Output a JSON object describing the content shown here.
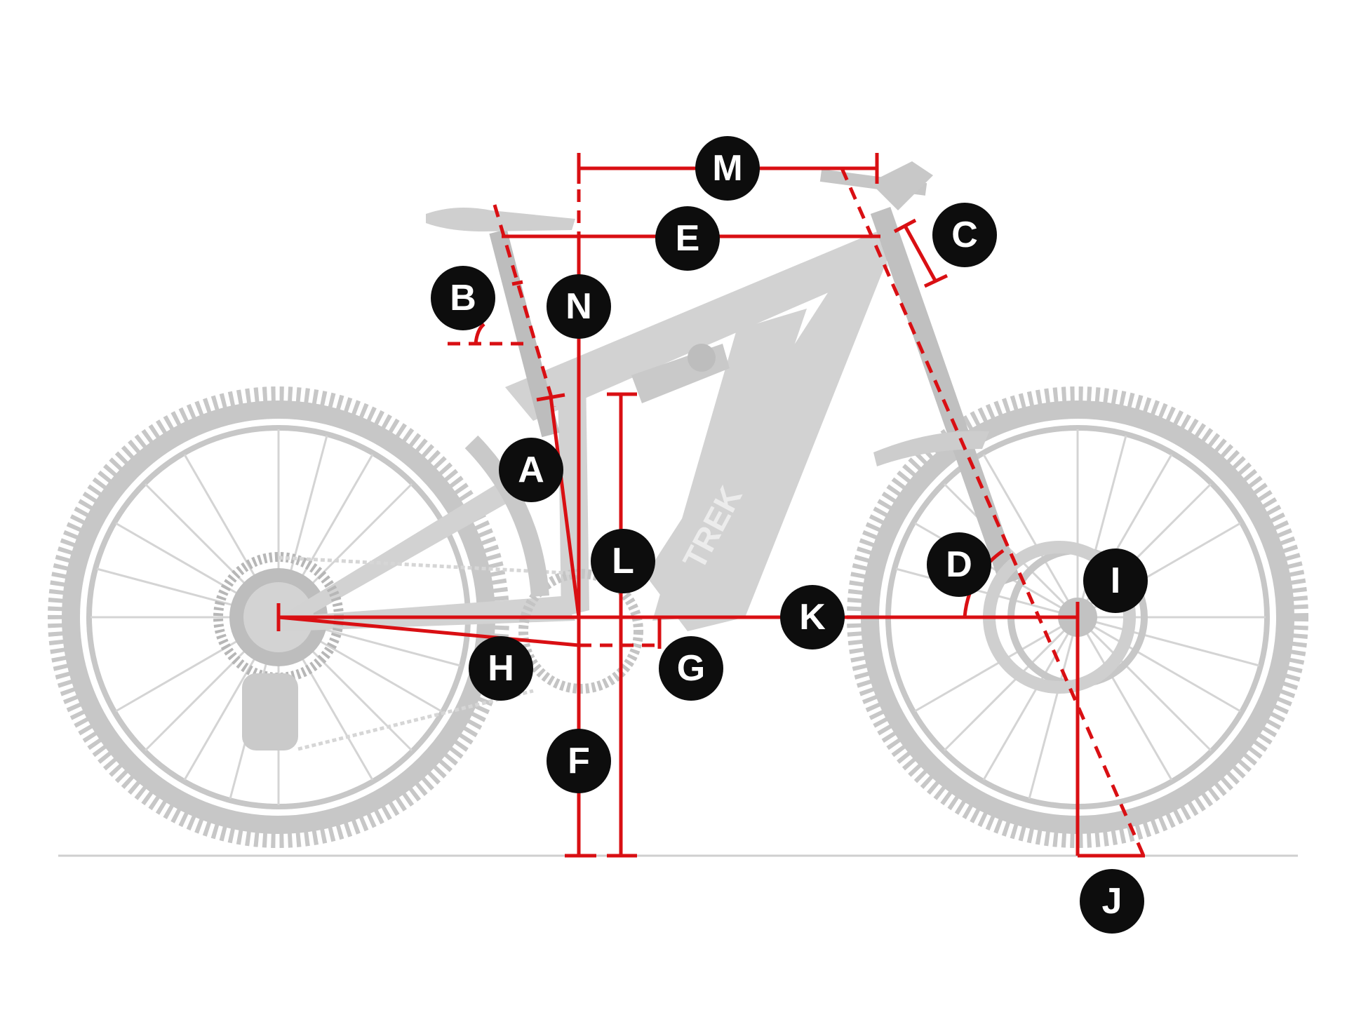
{
  "diagram": {
    "brand_text": "TREK",
    "accent_color": "#d90f13",
    "marker_color": "#0d0d0d",
    "bike_tone": "#c7c7c7",
    "markers": [
      {
        "id": "A",
        "label": "A"
      },
      {
        "id": "B",
        "label": "B"
      },
      {
        "id": "C",
        "label": "C"
      },
      {
        "id": "D",
        "label": "D"
      },
      {
        "id": "E",
        "label": "E"
      },
      {
        "id": "F",
        "label": "F"
      },
      {
        "id": "G",
        "label": "G"
      },
      {
        "id": "H",
        "label": "H"
      },
      {
        "id": "I",
        "label": "I"
      },
      {
        "id": "J",
        "label": "J"
      },
      {
        "id": "K",
        "label": "K"
      },
      {
        "id": "L",
        "label": "L"
      },
      {
        "id": "M",
        "label": "M"
      },
      {
        "id": "N",
        "label": "N"
      }
    ]
  }
}
